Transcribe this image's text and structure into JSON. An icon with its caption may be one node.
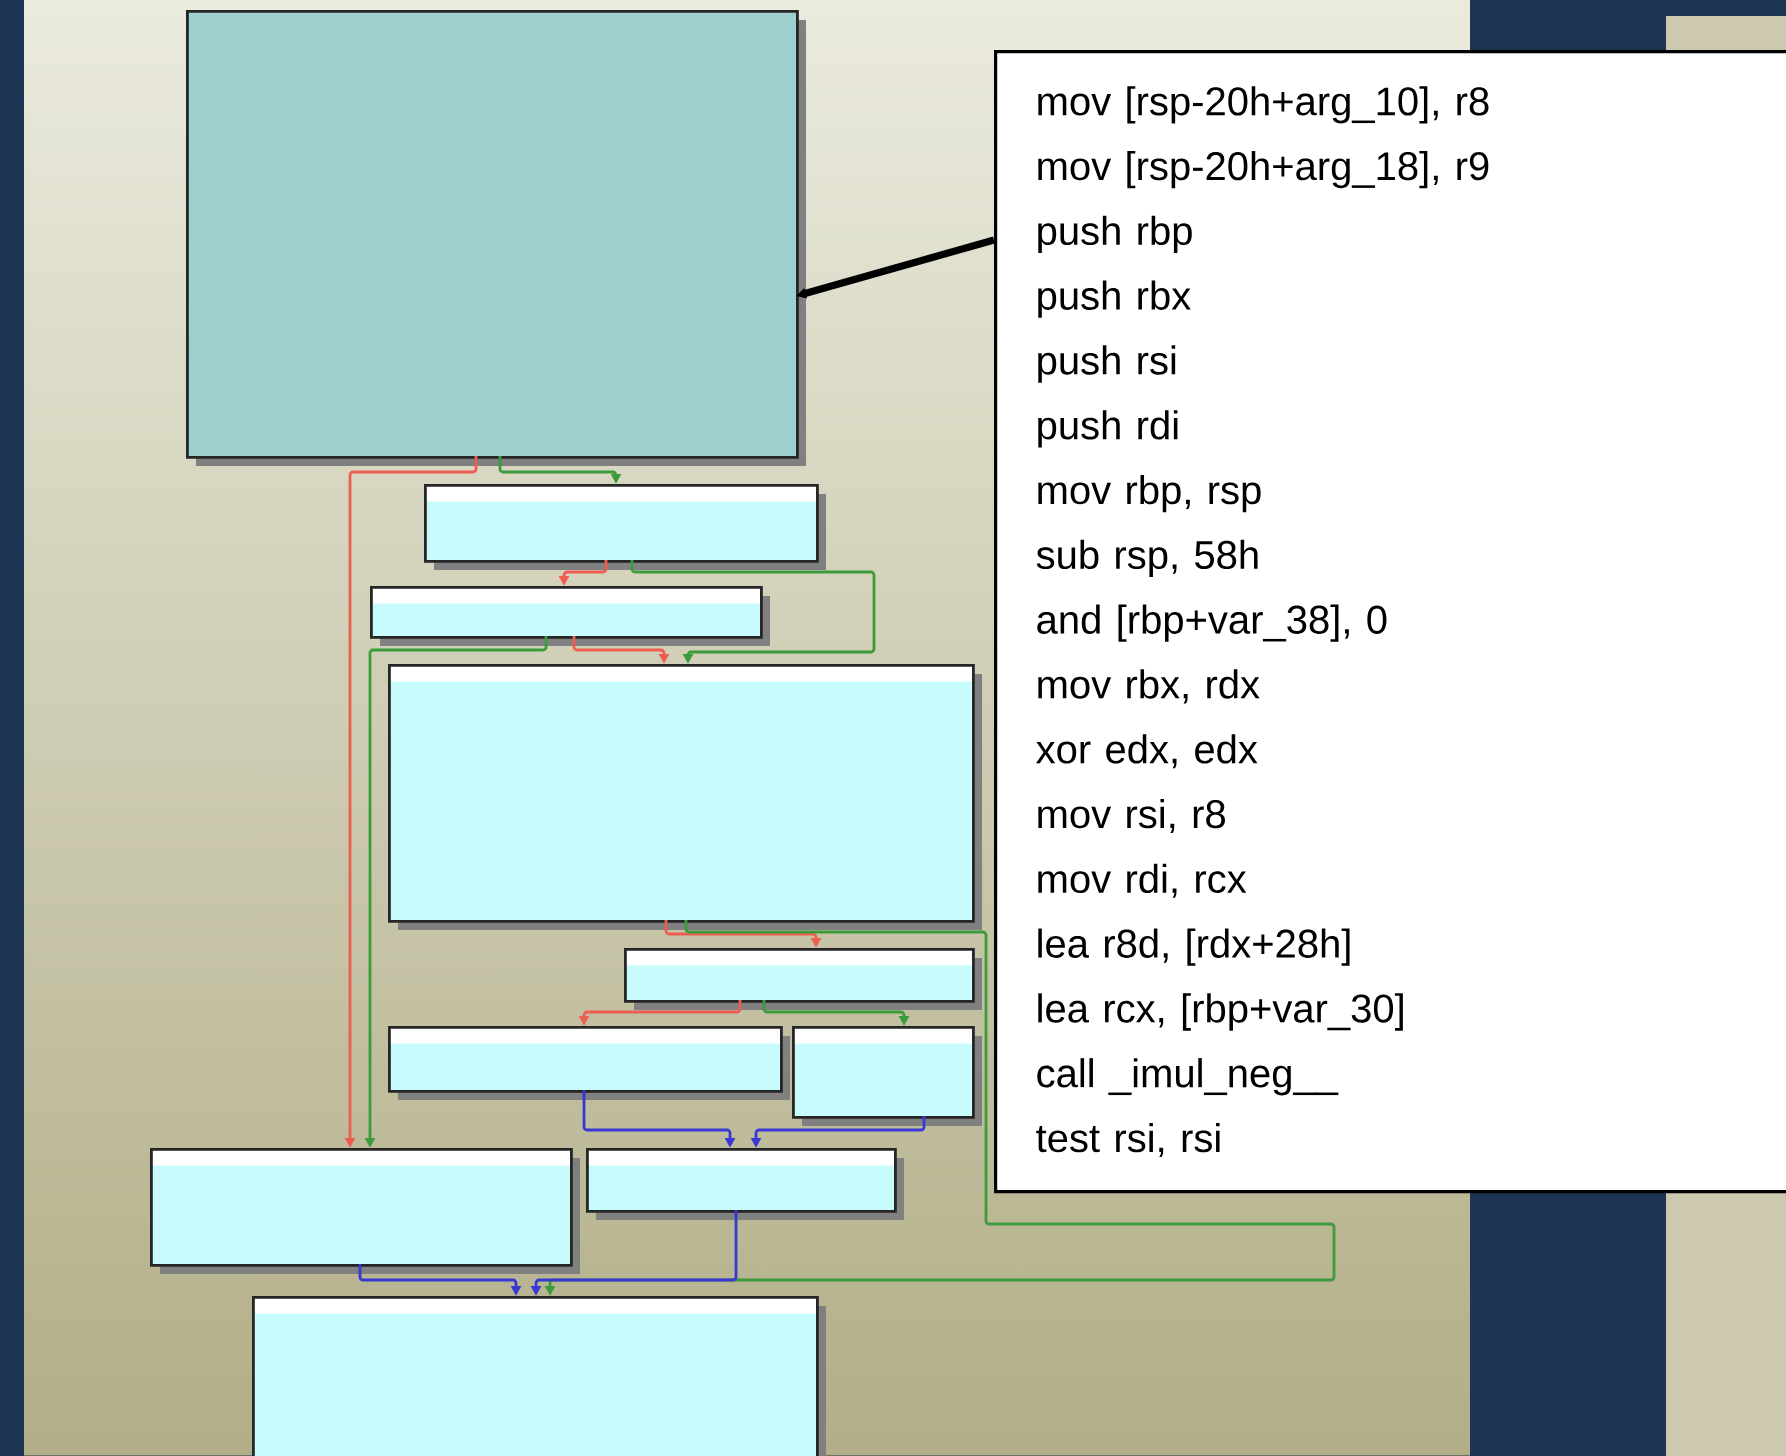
{
  "diagram": {
    "nodes": [
      {
        "text": [],
        "shape": "box"
      },
      {
        "text": [],
        "shape": "box"
      },
      {
        "text": [],
        "shape": "box"
      },
      {
        "text": [],
        "shape": "box"
      },
      {
        "text": [],
        "shape": "box"
      },
      {
        "text": [],
        "shape": "box"
      },
      {
        "text": [],
        "shape": "box"
      },
      {
        "text": [],
        "shape": "box"
      },
      {
        "text": [],
        "shape": "box"
      },
      {
        "text": [],
        "shape": "box"
      },
      {
        "text": [
          "mov [rsp-20h+arg_10], r8",
          "mov [rsp-20h+arg_18], r9",
          "push rbp",
          "push rbx",
          "push rsi",
          "push rdi",
          "mov rbp, rsp",
          "sub rsp, 58h",
          "and [rbp+var_38], 0",
          "mov rbx, rdx",
          "xor edx, edx",
          "mov rsi, r8",
          "mov rdi, rcx",
          "lea r8d, [rdx+28h]",
          "lea rcx, [rbp+var_30]",
          "call _imul_neg__",
          "test rsi, rsi"
        ]
      }
    ],
    "edges": [
      {
        "from": 0,
        "to": 7,
        "arrow": "to",
        "color": "#ee5e50"
      },
      {
        "from": 0,
        "to": 1,
        "arrow": "to",
        "color": "#3c9c3c"
      },
      {
        "from": 1,
        "to": 2,
        "arrow": "to",
        "color": "#ee5e50"
      },
      {
        "from": 1,
        "to": 3,
        "arrow": "to",
        "color": "#3c9c3c"
      },
      {
        "from": 2,
        "to": 3,
        "arrow": "to",
        "color": "#ee5e50"
      },
      {
        "from": 2,
        "to": 7,
        "arrow": "to",
        "color": "#3c9c3c"
      },
      {
        "from": 3,
        "to": 4,
        "arrow": "to",
        "color": "#ee5e50"
      },
      {
        "from": 3,
        "to": 9,
        "arrow": "to",
        "color": "#3c9c3c"
      },
      {
        "from": 4,
        "to": 5,
        "arrow": "to",
        "color": "#ee5e50"
      },
      {
        "from": 4,
        "to": 6,
        "arrow": "to",
        "color": "#3c9c3c"
      },
      {
        "from": 5,
        "to": 8,
        "arrow": "to",
        "color": "#3838d4"
      },
      {
        "from": 6,
        "to": 8,
        "arrow": "to",
        "color": "#3838d4"
      },
      {
        "from": 7,
        "to": 9,
        "arrow": "to",
        "color": "#3838d4"
      },
      {
        "from": 8,
        "to": 9,
        "arrow": "to",
        "color": "#3838d4"
      },
      {
        "from": 10,
        "to": 0,
        "arrow": "to",
        "style": "thick",
        "color": "#000000"
      }
    ]
  }
}
